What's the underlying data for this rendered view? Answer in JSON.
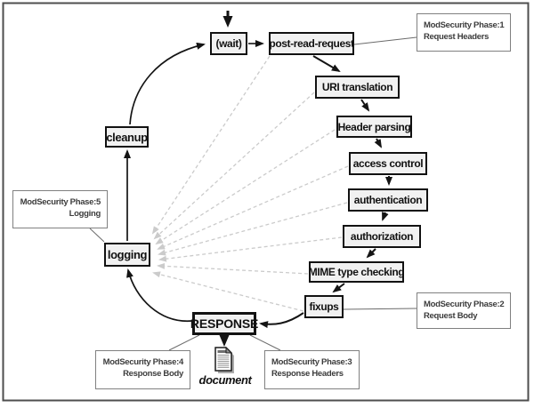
{
  "nodes": {
    "wait": "(wait)",
    "post_read_request": "post-read-request",
    "uri_translation": "URI translation",
    "header_parsing": "Header parsing",
    "access_control": "access control",
    "authentication": "authentication",
    "authorization": "authorization",
    "mime_type_checking": "MIME type checking",
    "fixups": "fixups",
    "response": "RESPONSE",
    "logging": "logging",
    "cleanup": "cleanup"
  },
  "annotations": {
    "phase1": {
      "line1": "ModSecurity Phase:1",
      "line2": "Request Headers"
    },
    "phase2": {
      "line1": "ModSecurity Phase:2",
      "line2": "Request Body"
    },
    "phase3": {
      "line1": "ModSecurity Phase:3",
      "line2": "Response Headers"
    },
    "phase4": {
      "line1": "ModSecurity Phase:4",
      "line2": "Response Body"
    },
    "phase5": {
      "line1": "ModSecurity Phase:5",
      "line2": "Logging"
    }
  },
  "document_label": "document",
  "colors": {
    "node-fill": "#f1f1f1",
    "node-border": "#121212",
    "arrow-color": "#141414",
    "dash-color": "#cbcbcb",
    "frame-color": "#4e4e4e"
  }
}
